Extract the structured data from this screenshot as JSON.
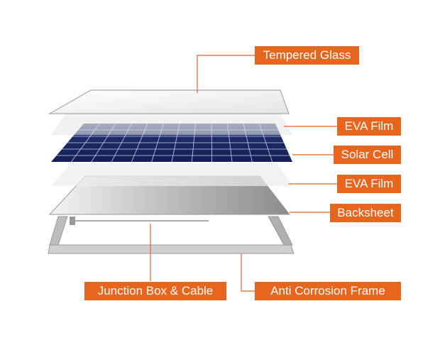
{
  "accent_color": "#e8651e",
  "labels": {
    "tempered_glass": "Tempered Glass",
    "eva_film_top": "EVA Film",
    "solar_cell": "Solar Cell",
    "eva_film_bottom": "EVA Film",
    "backsheet": "Backsheet",
    "junction_box": "Junction Box & Cable",
    "frame": "Anti Corrosion Frame"
  }
}
